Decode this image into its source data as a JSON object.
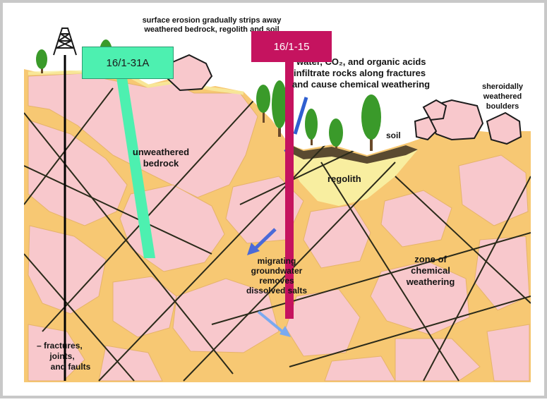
{
  "labels": {
    "surface_erosion": [
      "surface erosion gradually strips away",
      "weathered bedrock, regolith and soil"
    ],
    "water_agents": [
      "water, CO₂, and organic acids",
      "infiltrate rocks along fractures",
      "and cause chemical weathering"
    ],
    "spheroidal": [
      "sheroidally",
      "weathered",
      "boulders"
    ],
    "soil": "soil",
    "unweathered": [
      "unweathered",
      "bedrock"
    ],
    "regolith": "regolith",
    "groundwater": [
      "migrating",
      "groundwater",
      "removes",
      "dissolved salts"
    ],
    "zone": [
      "zone of",
      "chemical",
      "weathering"
    ],
    "fractures": [
      "– fractures,",
      "joints,",
      "and faults"
    ]
  },
  "wells": [
    {
      "name": "16/1-31A",
      "color": "#4df0b0"
    },
    {
      "name": "16/1-15",
      "color": "#c5135f"
    }
  ],
  "colors": {
    "rock_pink": "#f8c8cc",
    "weathered_orange": "#f7c873",
    "regolith_yellow": "#f8eea0",
    "soil_brown": "#5a4a30",
    "tree_green": "#3a9a2a",
    "arrow_blue": "#2f5fd0"
  }
}
